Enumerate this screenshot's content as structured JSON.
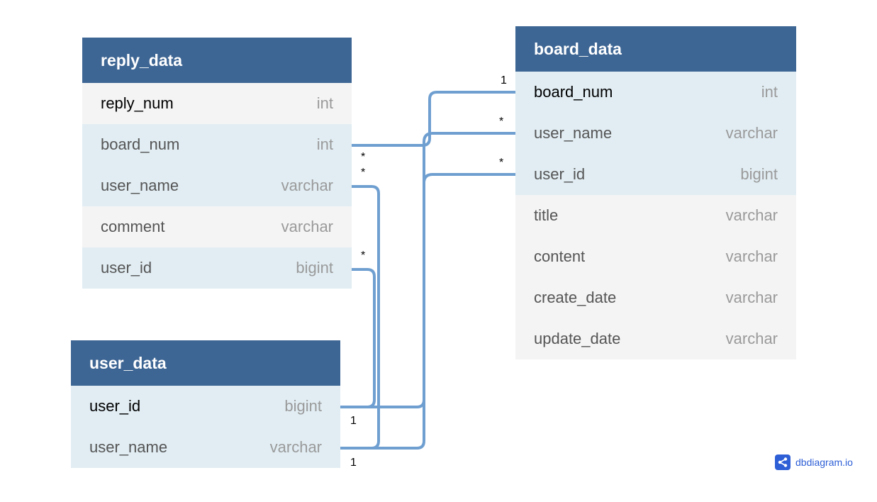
{
  "tables": {
    "reply_data": {
      "name": "reply_data",
      "fields": [
        {
          "name": "reply_num",
          "type": "int"
        },
        {
          "name": "board_num",
          "type": "int"
        },
        {
          "name": "user_name",
          "type": "varchar"
        },
        {
          "name": "comment",
          "type": "varchar"
        },
        {
          "name": "user_id",
          "type": "bigint"
        }
      ]
    },
    "user_data": {
      "name": "user_data",
      "fields": [
        {
          "name": "user_id",
          "type": "bigint"
        },
        {
          "name": "user_name",
          "type": "varchar"
        }
      ]
    },
    "board_data": {
      "name": "board_data",
      "fields": [
        {
          "name": "board_num",
          "type": "int"
        },
        {
          "name": "user_name",
          "type": "varchar"
        },
        {
          "name": "user_id",
          "type": "bigint"
        },
        {
          "name": "title",
          "type": "varchar"
        },
        {
          "name": "content",
          "type": "varchar"
        },
        {
          "name": "create_date",
          "type": "varchar"
        },
        {
          "name": "update_date",
          "type": "varchar"
        }
      ]
    }
  },
  "relationships": [
    {
      "from": "reply_data.board_num",
      "to": "board_data.board_num",
      "from_card": "*",
      "to_card": "1"
    },
    {
      "from": "reply_data.user_name",
      "to": "user_data.user_name",
      "from_card": "*",
      "to_card": "1"
    },
    {
      "from": "reply_data.user_id",
      "to": "user_data.user_id",
      "from_card": "*",
      "to_card": "1"
    },
    {
      "from": "board_data.user_name",
      "to": "user_data.user_name",
      "from_card": "*",
      "to_card": "1"
    },
    {
      "from": "board_data.user_id",
      "to": "user_data.user_id",
      "from_card": "*",
      "to_card": "1"
    }
  ],
  "colors": {
    "header": "#3e6694",
    "ref_row": "#e1edf3",
    "plain_row": "#f4f4f4",
    "connector": "#6f9fd0"
  },
  "brand": {
    "name": "dbdiagram.io",
    "icon": "share-nodes-icon"
  }
}
